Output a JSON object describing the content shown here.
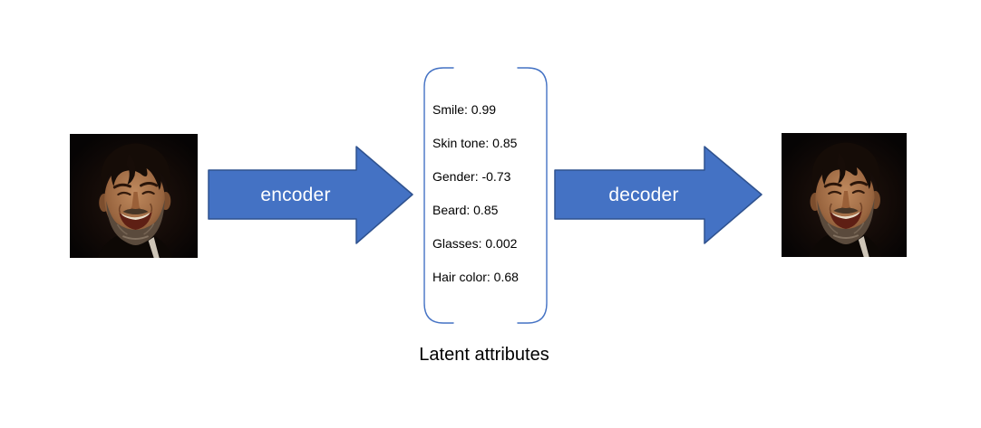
{
  "diagram": {
    "encoder_label": "encoder",
    "decoder_label": "decoder",
    "latent_title": "Latent attributes",
    "attributes": [
      "Smile: 0.99",
      "Skin tone: 0.85",
      "Gender: -0.73",
      "Beard: 0.85",
      "Glasses: 0.002",
      "Hair color: 0.68"
    ],
    "input_image": "smiling-man-portrait",
    "output_image": "smiling-man-portrait"
  },
  "colors": {
    "arrow_fill": "#4472C4",
    "arrow_outline": "#2F528F",
    "bracket_stroke": "#4472C4",
    "arrow_label_text": "#FFFFFF",
    "body_text": "#000000",
    "background": "#FFFFFF"
  }
}
